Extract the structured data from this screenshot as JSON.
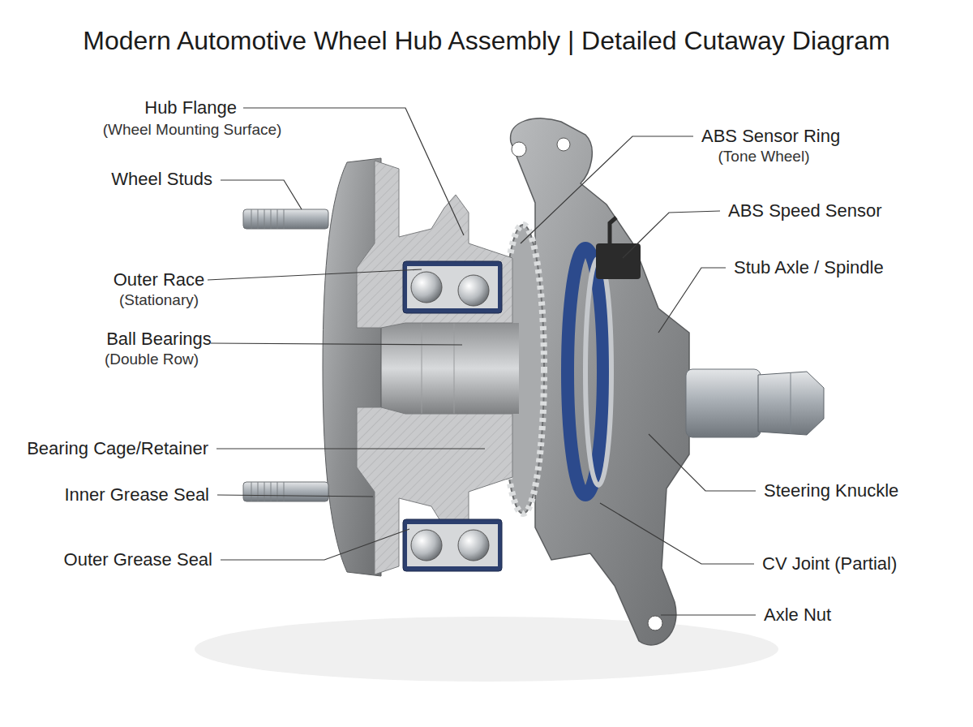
{
  "diagram": {
    "title": "Modern Automotive Wheel Hub Assembly | Detailed Cutaway Diagram",
    "labels": [
      "Hub Flange",
      "(Wheel Mounting Surface)",
      "Wheel Studs",
      "Outer Race",
      "(Stationary)",
      "Ball Bearings",
      "(Double Row)",
      "Bearing Cage/Retainer",
      "Inner Grease Seal",
      "Outer Grease Seal",
      "ABS Sensor Ring",
      "(Tone Wheel)",
      "ABS Speed Sensor",
      "Stub Axle / Spindle",
      "Steering Knuckle",
      "CV Joint (Partial)",
      "Axle Nut"
    ]
  }
}
